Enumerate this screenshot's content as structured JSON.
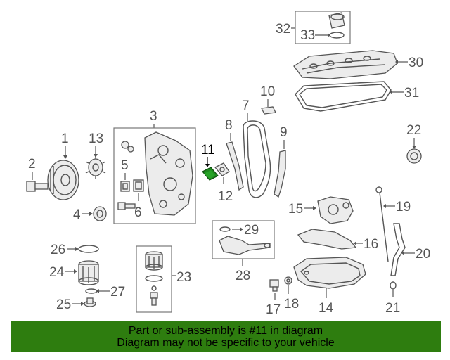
{
  "diagram": {
    "labels": {
      "p1": "1",
      "p2": "2",
      "p3": "3",
      "p4": "4",
      "p5": "5",
      "p6": "6",
      "p7": "7",
      "p8": "8",
      "p9": "9",
      "p10": "10",
      "p11": "11",
      "p12": "12",
      "p13": "13",
      "p15": "15",
      "p16": "16",
      "p17": "17",
      "p18": "18",
      "p19": "19",
      "p20": "20",
      "p21": "21",
      "p22": "22",
      "p23": "23",
      "p24": "24",
      "p25": "25",
      "p26": "26",
      "p27": "27",
      "p28": "28",
      "p29": "29",
      "p30": "30",
      "p31": "31",
      "p32": "32",
      "p33": "33",
      "p14": "14"
    },
    "highlight_part": "11",
    "highlight_color": "#1f8a1f"
  },
  "footer": {
    "line1": "Part or sub-assembly is #11 in diagram",
    "line2": "Diagram may not be specific to your vehicle",
    "background": "#2e7d0f"
  }
}
